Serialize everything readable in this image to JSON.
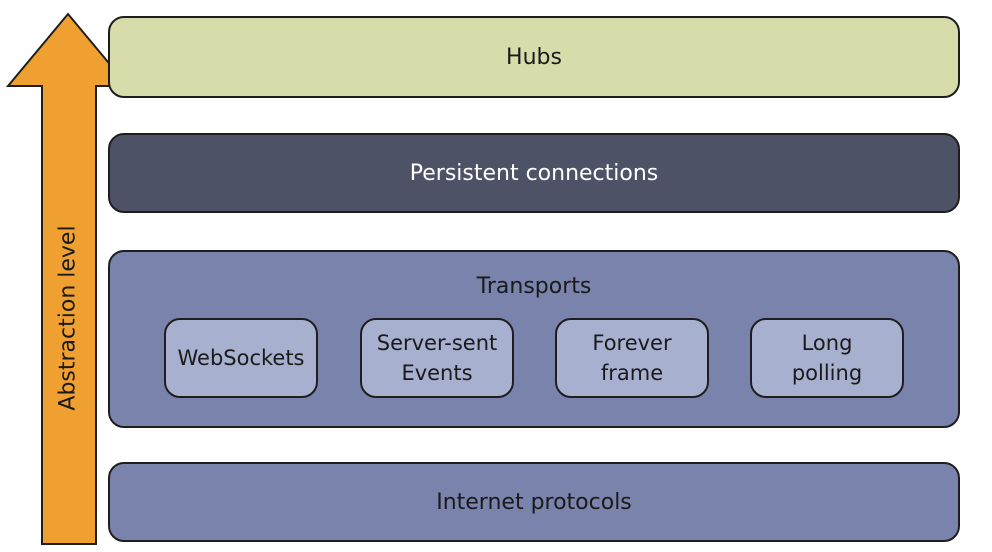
{
  "arrow": {
    "label": "Abstraction level",
    "color": "#f0a030"
  },
  "layers": {
    "hubs": "Hubs",
    "persistent_connections": "Persistent connections",
    "transports": {
      "title": "Transports",
      "items": [
        "WebSockets",
        "Server-sent\nEvents",
        "Forever\nframe",
        "Long\npolling"
      ]
    },
    "internet_protocols": "Internet protocols"
  },
  "colors": {
    "hubs": "#d8dbaa",
    "persistent_connections": "#4d5266",
    "transports": "#7a83ac",
    "transport_item": "#a8b0d0",
    "internet_protocols": "#7a83ac"
  }
}
